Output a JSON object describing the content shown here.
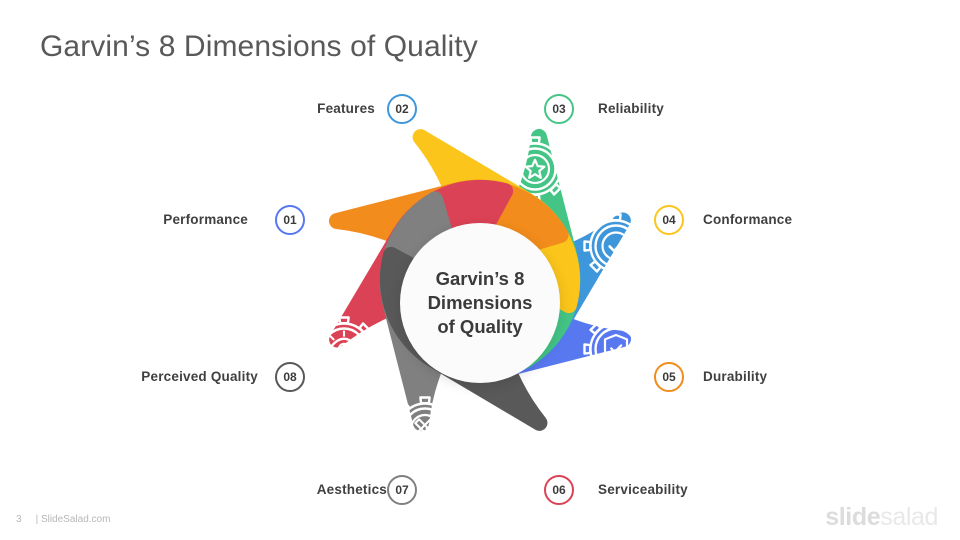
{
  "title": "Garvin’s 8 Dimensions of Quality",
  "center": {
    "text": "Garvin’s 8\nDimensions\nof Quality"
  },
  "segments": [
    {
      "number": "01",
      "label": "Performance",
      "color": "#5878f0",
      "icon": "gear-speedometer-icon",
      "side": "left"
    },
    {
      "number": "02",
      "label": "Features",
      "color": "#3e96db",
      "icon": "gear-plus-icon",
      "side": "left"
    },
    {
      "number": "03",
      "label": "Reliability",
      "color": "#44c586",
      "icon": "gear-star-icon",
      "side": "right"
    },
    {
      "number": "04",
      "label": "Conformance",
      "color": "#fbc51b",
      "icon": "gear-check-icon",
      "side": "right"
    },
    {
      "number": "05",
      "label": "Durability",
      "color": "#f28c1c",
      "icon": "gear-shield-icon",
      "side": "right"
    },
    {
      "number": "06",
      "label": "Serviceability",
      "color": "#dc4256",
      "icon": "gear-wrench-icon",
      "side": "right"
    },
    {
      "number": "07",
      "label": "Aesthetics",
      "color": "#808080",
      "icon": "gear-ruler-pencil-icon",
      "side": "left"
    },
    {
      "number": "08",
      "label": "Perceived Quality",
      "color": "#595959",
      "icon": "gear-eye-icon",
      "side": "left"
    }
  ],
  "footer": {
    "page_number": "3",
    "source": "| SlideSalad.com",
    "logo_bold": "slide",
    "logo_normal": "salad"
  }
}
